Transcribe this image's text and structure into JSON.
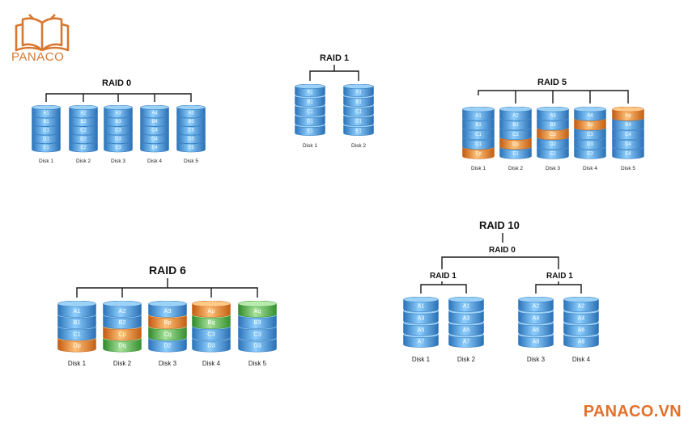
{
  "logo": {
    "text": "PANACO",
    "icon": "open-book-icon"
  },
  "watermark": "PANACO.VN",
  "colors": {
    "blue": "#3f8fd3",
    "orange": "#ea8a2e",
    "green": "#55b748",
    "brand": "#e3712a"
  },
  "raid0": {
    "title": "RAID 0",
    "disks": [
      {
        "name": "Disk 1",
        "blocks": [
          {
            "t": "A1",
            "c": "blue"
          },
          {
            "t": "B1",
            "c": "blue"
          },
          {
            "t": "C1",
            "c": "blue"
          },
          {
            "t": "D1",
            "c": "blue"
          },
          {
            "t": "E1",
            "c": "blue"
          }
        ]
      },
      {
        "name": "Disk 2",
        "blocks": [
          {
            "t": "A2",
            "c": "blue"
          },
          {
            "t": "B2",
            "c": "blue"
          },
          {
            "t": "C2",
            "c": "blue"
          },
          {
            "t": "D2",
            "c": "blue"
          },
          {
            "t": "E2",
            "c": "blue"
          }
        ]
      },
      {
        "name": "Disk 3",
        "blocks": [
          {
            "t": "A3",
            "c": "blue"
          },
          {
            "t": "B3",
            "c": "blue"
          },
          {
            "t": "C3",
            "c": "blue"
          },
          {
            "t": "D3",
            "c": "blue"
          },
          {
            "t": "E3",
            "c": "blue"
          }
        ]
      },
      {
        "name": "Disk 4",
        "blocks": [
          {
            "t": "A4",
            "c": "blue"
          },
          {
            "t": "B4",
            "c": "blue"
          },
          {
            "t": "C4",
            "c": "blue"
          },
          {
            "t": "D4",
            "c": "blue"
          },
          {
            "t": "E4",
            "c": "blue"
          }
        ]
      },
      {
        "name": "Disk 5",
        "blocks": [
          {
            "t": "A5",
            "c": "blue"
          },
          {
            "t": "B5",
            "c": "blue"
          },
          {
            "t": "C5",
            "c": "blue"
          },
          {
            "t": "D5",
            "c": "blue"
          },
          {
            "t": "E5",
            "c": "blue"
          }
        ]
      }
    ]
  },
  "raid1": {
    "title": "RAID 1",
    "disks": [
      {
        "name": "Disk 1",
        "blocks": [
          {
            "t": "A1",
            "c": "blue"
          },
          {
            "t": "B1",
            "c": "blue"
          },
          {
            "t": "C1",
            "c": "blue"
          },
          {
            "t": "D1",
            "c": "blue"
          },
          {
            "t": "E1",
            "c": "blue"
          }
        ]
      },
      {
        "name": "Disk 2",
        "blocks": [
          {
            "t": "A1",
            "c": "blue"
          },
          {
            "t": "B1",
            "c": "blue"
          },
          {
            "t": "C1",
            "c": "blue"
          },
          {
            "t": "D1",
            "c": "blue"
          },
          {
            "t": "E1",
            "c": "blue"
          }
        ]
      }
    ]
  },
  "raid5": {
    "title": "RAID 5",
    "disks": [
      {
        "name": "Disk 1",
        "blocks": [
          {
            "t": "A1",
            "c": "blue"
          },
          {
            "t": "B1",
            "c": "blue"
          },
          {
            "t": "C1",
            "c": "blue"
          },
          {
            "t": "D1",
            "c": "blue"
          },
          {
            "t": "Ep",
            "c": "orange"
          }
        ]
      },
      {
        "name": "Disk 2",
        "blocks": [
          {
            "t": "A2",
            "c": "blue"
          },
          {
            "t": "B2",
            "c": "blue"
          },
          {
            "t": "C2",
            "c": "blue"
          },
          {
            "t": "Dp",
            "c": "orange"
          },
          {
            "t": "E1",
            "c": "blue"
          }
        ]
      },
      {
        "name": "Disk 3",
        "blocks": [
          {
            "t": "A3",
            "c": "blue"
          },
          {
            "t": "B3",
            "c": "blue"
          },
          {
            "t": "Cp",
            "c": "orange"
          },
          {
            "t": "D2",
            "c": "blue"
          },
          {
            "t": "E2",
            "c": "blue"
          }
        ]
      },
      {
        "name": "Disk 4",
        "blocks": [
          {
            "t": "A4",
            "c": "blue"
          },
          {
            "t": "Bp",
            "c": "orange"
          },
          {
            "t": "C3",
            "c": "blue"
          },
          {
            "t": "D3",
            "c": "blue"
          },
          {
            "t": "E3",
            "c": "blue"
          }
        ]
      },
      {
        "name": "Disk 5",
        "blocks": [
          {
            "t": "Ap",
            "c": "orange"
          },
          {
            "t": "B4",
            "c": "blue"
          },
          {
            "t": "C4",
            "c": "blue"
          },
          {
            "t": "D4",
            "c": "blue"
          },
          {
            "t": "E4",
            "c": "blue"
          }
        ]
      }
    ]
  },
  "raid6": {
    "title": "RAID 6",
    "disks": [
      {
        "name": "Disk 1",
        "blocks": [
          {
            "t": "A1",
            "c": "blue"
          },
          {
            "t": "B1",
            "c": "blue"
          },
          {
            "t": "C1",
            "c": "blue"
          },
          {
            "t": "Dp",
            "c": "orange"
          }
        ]
      },
      {
        "name": "Disk 2",
        "blocks": [
          {
            "t": "A2",
            "c": "blue"
          },
          {
            "t": "B2",
            "c": "blue"
          },
          {
            "t": "Cp",
            "c": "orange"
          },
          {
            "t": "Dq",
            "c": "green"
          }
        ]
      },
      {
        "name": "Disk 3",
        "blocks": [
          {
            "t": "A3",
            "c": "blue"
          },
          {
            "t": "Bp",
            "c": "orange"
          },
          {
            "t": "Cq",
            "c": "green"
          },
          {
            "t": "D2",
            "c": "blue"
          }
        ]
      },
      {
        "name": "Disk 4",
        "blocks": [
          {
            "t": "Ap",
            "c": "orange"
          },
          {
            "t": "Bq",
            "c": "green"
          },
          {
            "t": "C3",
            "c": "blue"
          },
          {
            "t": "D3",
            "c": "blue"
          }
        ]
      },
      {
        "name": "Disk 5",
        "blocks": [
          {
            "t": "Aq",
            "c": "green"
          },
          {
            "t": "B3",
            "c": "blue"
          },
          {
            "t": "C3",
            "c": "blue"
          },
          {
            "t": "D3",
            "c": "blue"
          }
        ]
      }
    ]
  },
  "raid10": {
    "title": "RAID 10",
    "sub_title": "RAID 0",
    "group_title": "RAID 1",
    "disks": [
      {
        "name": "Disk 1",
        "blocks": [
          {
            "t": "A1",
            "c": "blue"
          },
          {
            "t": "A3",
            "c": "blue"
          },
          {
            "t": "A5",
            "c": "blue"
          },
          {
            "t": "A7",
            "c": "blue"
          }
        ]
      },
      {
        "name": "Disk 2",
        "blocks": [
          {
            "t": "A1",
            "c": "blue"
          },
          {
            "t": "A3",
            "c": "blue"
          },
          {
            "t": "A5",
            "c": "blue"
          },
          {
            "t": "A7",
            "c": "blue"
          }
        ]
      },
      {
        "name": "Disk 3",
        "blocks": [
          {
            "t": "A2",
            "c": "blue"
          },
          {
            "t": "A4",
            "c": "blue"
          },
          {
            "t": "A6",
            "c": "blue"
          },
          {
            "t": "A8",
            "c": "blue"
          }
        ]
      },
      {
        "name": "Disk 4",
        "blocks": [
          {
            "t": "A2",
            "c": "blue"
          },
          {
            "t": "A4",
            "c": "blue"
          },
          {
            "t": "A6",
            "c": "blue"
          },
          {
            "t": "A8",
            "c": "blue"
          }
        ]
      }
    ]
  }
}
